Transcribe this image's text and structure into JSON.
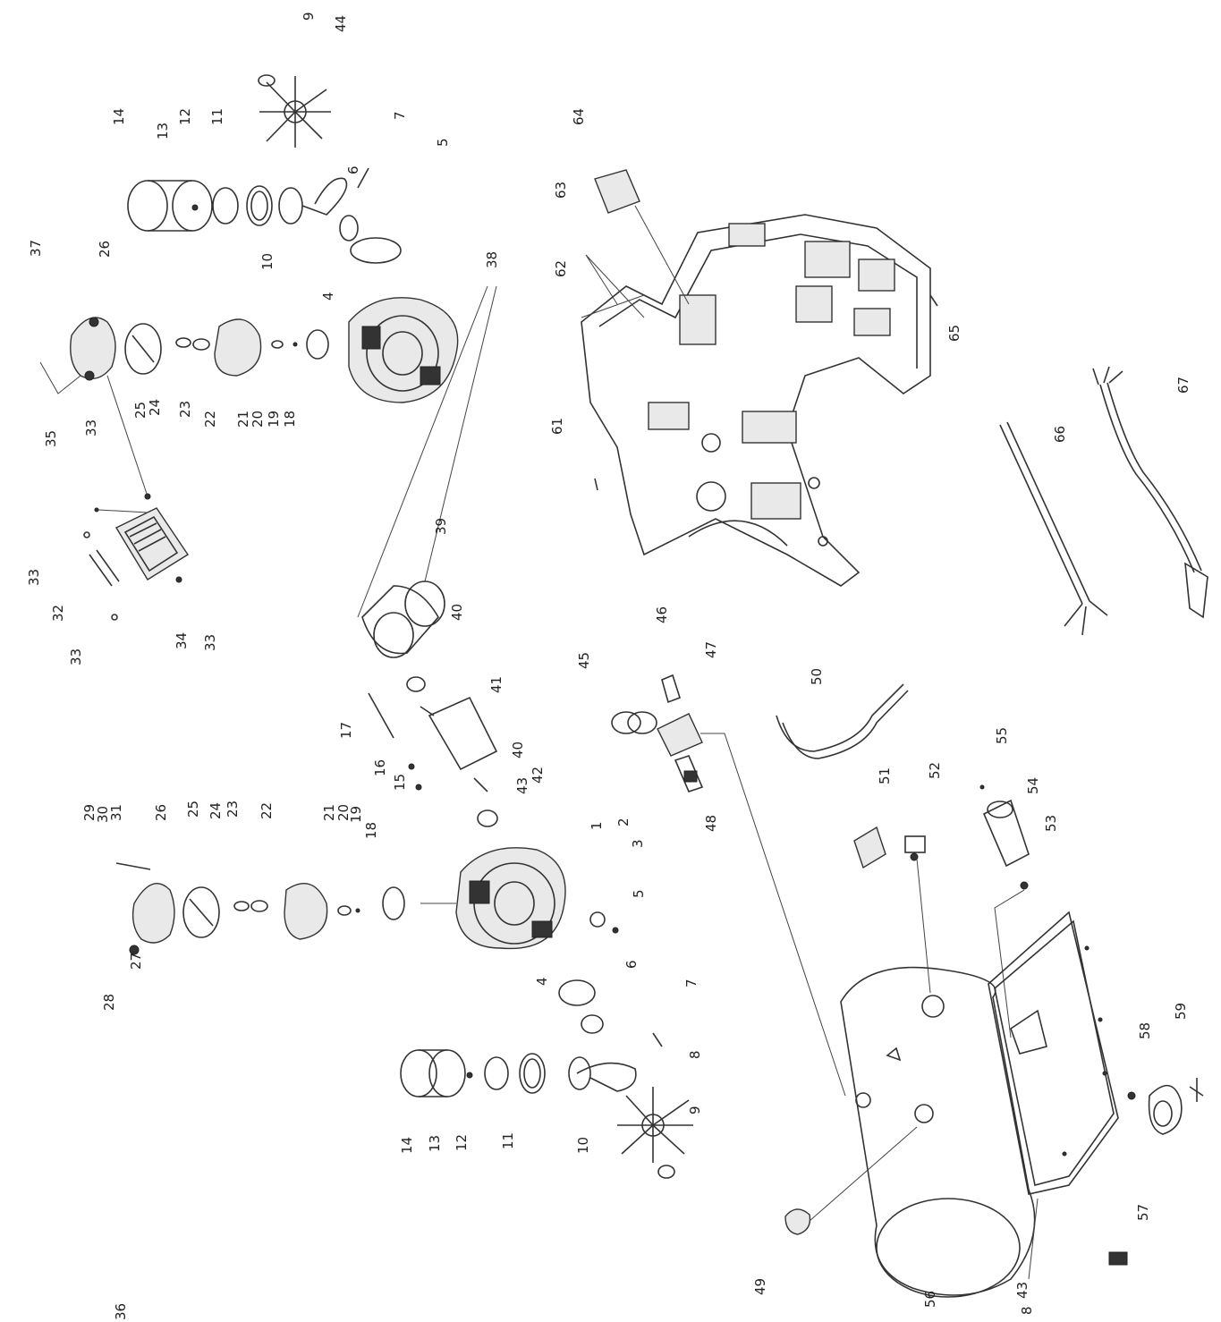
{
  "diagram": {
    "labels": [
      "1",
      "2",
      "3",
      "4",
      "5",
      "6",
      "7",
      "8",
      "9",
      "10",
      "11",
      "12",
      "13",
      "14",
      "15",
      "16",
      "17",
      "18",
      "19",
      "20",
      "21",
      "22",
      "23",
      "24",
      "25",
      "26",
      "27",
      "28",
      "29",
      "30",
      "31",
      "32",
      "33",
      "34",
      "35",
      "36",
      "37",
      "38",
      "39",
      "40",
      "41",
      "42",
      "43",
      "44",
      "45",
      "46",
      "47",
      "48",
      "49",
      "50",
      "51",
      "52",
      "53",
      "54",
      "55",
      "56",
      "57",
      "58",
      "59",
      "61",
      "62",
      "63",
      "64",
      "65",
      "66",
      "67"
    ]
  }
}
